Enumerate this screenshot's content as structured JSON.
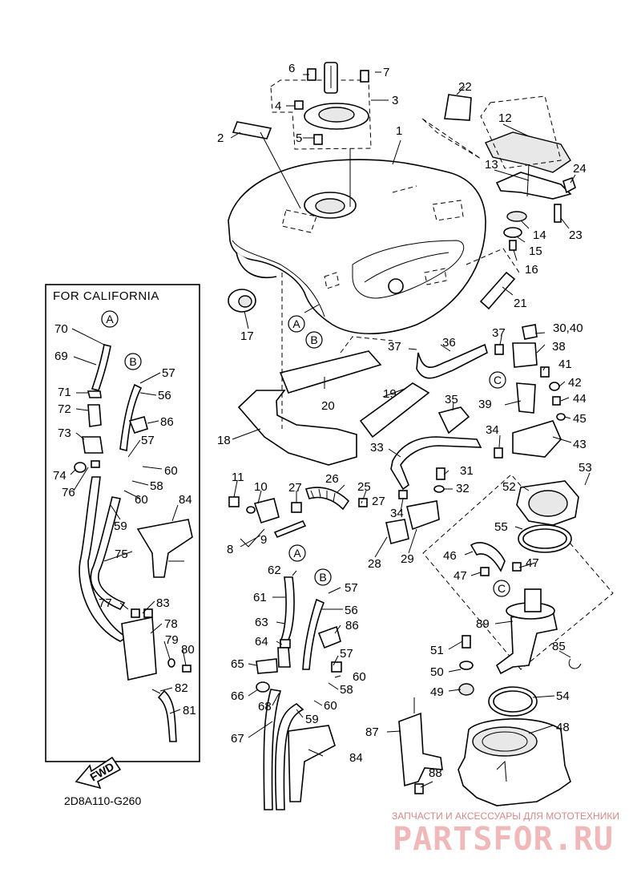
{
  "diagram_code": "2D8A110-G260",
  "inset_title": "FOR CALIFORNIA",
  "fwd_label": "FWD",
  "watermark": {
    "line1": "ЗАПЧАСТИ И АКСЕССУАРЫ ДЛЯ МОТОТЕХНИКИ",
    "line2": "PARTSFOR.RU"
  },
  "callouts": {
    "A": "A",
    "B": "B",
    "C": "C"
  },
  "labels": {
    "p1": "1",
    "p2": "2",
    "p3": "3",
    "p4": "4",
    "p5": "5",
    "p6": "6",
    "p7": "7",
    "p8": "8",
    "p9": "9",
    "p10": "10",
    "p11": "11",
    "p12": "12",
    "p13": "13",
    "p14": "14",
    "p15": "15",
    "p16": "16",
    "p17": "17",
    "p18": "18",
    "p19": "19",
    "p20": "20",
    "p21": "21",
    "p22": "22",
    "p23": "23",
    "p24": "24",
    "p25": "25",
    "p26": "26",
    "p27a": "27",
    "p27b": "27",
    "p28": "28",
    "p29": "29",
    "p30_40": "30,40",
    "p31": "31",
    "p32": "32",
    "p33": "33",
    "p34a": "34",
    "p34b": "34",
    "p35": "35",
    "p36": "36",
    "p37a": "37",
    "p37b": "37",
    "p38": "38",
    "p39": "39",
    "p41": "41",
    "p42": "42",
    "p43": "43",
    "p44": "44",
    "p45": "45",
    "p46": "46",
    "p47a": "47",
    "p47b": "47",
    "p48": "48",
    "p49": "49",
    "p50": "50",
    "p51": "51",
    "p52": "52",
    "p53": "53",
    "p54": "54",
    "p55": "55",
    "p56a": "56",
    "p56b": "56",
    "p57a": "57",
    "p57b": "57",
    "p57c": "57",
    "p57d": "57",
    "p58a": "58",
    "p58b": "58",
    "p59a": "59",
    "p59b": "59",
    "p60a": "60",
    "p60b": "60",
    "p60c": "60",
    "p60d": "60",
    "p61": "61",
    "p62": "62",
    "p63": "63",
    "p64": "64",
    "p65": "65",
    "p66": "66",
    "p67": "67",
    "p68": "68",
    "p69": "69",
    "p70": "70",
    "p71": "71",
    "p72": "72",
    "p73": "73",
    "p74": "74",
    "p75": "75",
    "p76": "76",
    "p77": "77",
    "p78": "78",
    "p79": "79",
    "p80": "80",
    "p81": "81",
    "p82": "82",
    "p83": "83",
    "p84a": "84",
    "p84b": "84",
    "p85": "85",
    "p86a": "86",
    "p86b": "86",
    "p87": "87",
    "p88": "88",
    "p89": "89"
  }
}
